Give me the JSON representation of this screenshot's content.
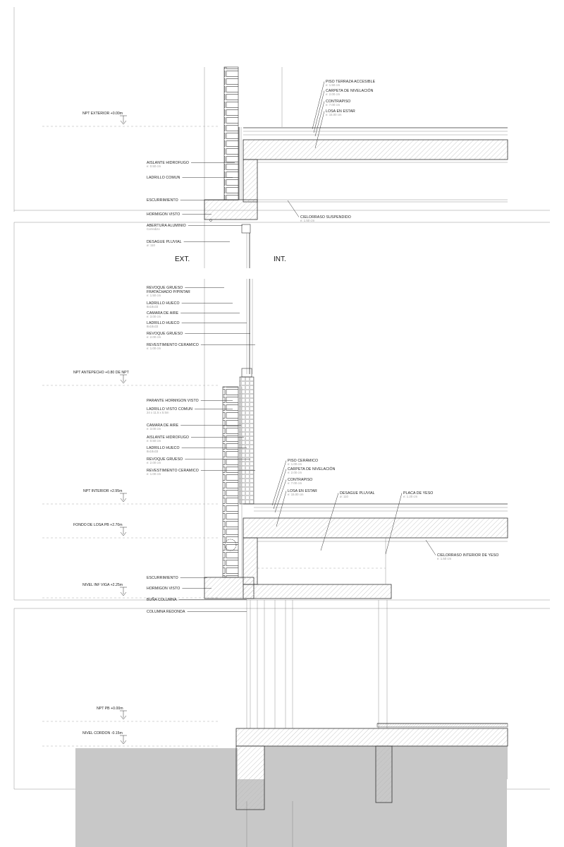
{
  "center_labels": {
    "exterior": "EXT.",
    "interior": "INT."
  },
  "levels": [
    {
      "text": "NPT EXTERIOR +0.00m"
    },
    {
      "text": "NPT ANTEPECHO +0.80 DE NPT"
    },
    {
      "text": "NPT INTERIOR +2.95m"
    },
    {
      "text": "FONDO DE LOSA PB +2.70m"
    },
    {
      "text": "NIVEL INF VIGA +2.25m"
    },
    {
      "text": "NPT PB +0.00m"
    },
    {
      "text": "NIVEL CORDON -0.15m"
    }
  ],
  "left_labels": [
    {
      "text": "AISLANTE HIDROFUGO",
      "sub": "e: 0.50 cm"
    },
    {
      "text": "LADRILLO COMUN",
      "sub": ""
    },
    {
      "text": "ESCURRIMIENTO",
      "sub": ""
    },
    {
      "text": "HORMIGON VISTO",
      "sub": ""
    },
    {
      "text": "ABERTURA ALUMINIO",
      "sub": "Corredizo"
    },
    {
      "text": "DESAGUE PLUVIAL",
      "sub": "ø: 110"
    },
    {
      "text": "REVOQUE GRUESO",
      "sub": ""
    },
    {
      "text": "FRATACHADO P/PINTAR",
      "sub": "e: 1.50 cm"
    },
    {
      "text": "LADRILLO HUECO",
      "sub": "8x18x33"
    },
    {
      "text": "CAMARA DE AIRE",
      "sub": "e: 3.00 cm"
    },
    {
      "text": "LADRILLO HUECO",
      "sub": "8x18x33"
    },
    {
      "text": "REVOQUE GRUESO",
      "sub": "e: 2.00 cm"
    },
    {
      "text": "REVESTIMIENTO CERAMICO",
      "sub": "e: 1.00 cm"
    },
    {
      "text": "PARANTE HORMIGON VISTO",
      "sub": ""
    },
    {
      "text": "LADRILLO VISTO COMUN",
      "sub": "24 x 11.5 x 5.5m"
    },
    {
      "text": "CAMARA DE AIRE",
      "sub": "e: 3.00 cm"
    },
    {
      "text": "AISLANTE HIDROFUGO",
      "sub": "e: 0.50 cm"
    },
    {
      "text": "LADRILLO HUECO",
      "sub": "8x18x33"
    },
    {
      "text": "REVOQUE GRUESO",
      "sub": "e: 2.00 cm"
    },
    {
      "text": "REVESTIMIENTO CERAMICO",
      "sub": "e: 1.00 cm"
    },
    {
      "text": "ESCURRIMIENTO",
      "sub": ""
    },
    {
      "text": "HORMIGON VISTO",
      "sub": ""
    },
    {
      "text": "BUÑA COLUMNA",
      "sub": ""
    },
    {
      "text": "COLUMNA REDONDA",
      "sub": ""
    }
  ],
  "right_labels": [
    {
      "text": "PISO TERRAZA ACCESIBLE",
      "sub": "e: 1.50 cm"
    },
    {
      "text": "CARPETA DE NIVELACIÓN",
      "sub": "e: 2.00 cm"
    },
    {
      "text": "CONTRAPISO",
      "sub": "e: 7.00 cm"
    },
    {
      "text": "LOSA EN ESTAR",
      "sub": "e: 15.00 cm"
    },
    {
      "text": "CIELORRASO SUSPENDIDO",
      "sub": "e: 1.50 cm"
    },
    {
      "text": "PISO CERÁMICO",
      "sub": "e: 1.00 cm"
    },
    {
      "text": "CARPETA DE NIVELACIÓN",
      "sub": "e: 2.00 cm"
    },
    {
      "text": "CONTRAPISO",
      "sub": "e: 7.00 cm"
    },
    {
      "text": "LOSA EN ESTAR",
      "sub": "e: 15.00 cm"
    },
    {
      "text": "DESAGUE PLUVIAL",
      "sub": "ø: 110"
    },
    {
      "text": "PLACA DE YESO",
      "sub": "e: 1.20 cm"
    },
    {
      "text": "CIELORRASO INTERIOR DE YESO",
      "sub": "e: 1.50 cm"
    }
  ]
}
